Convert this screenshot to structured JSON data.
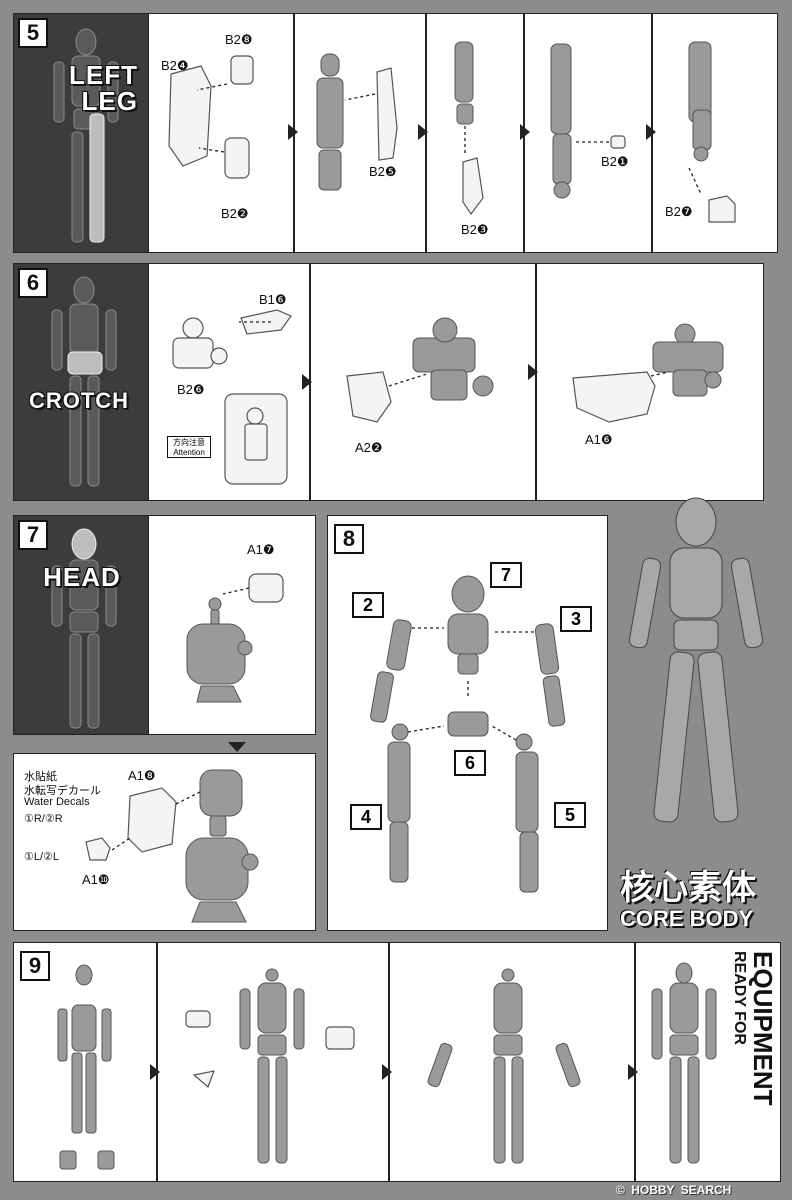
{
  "steps": [
    {
      "number": "5",
      "title_line1": "LEFT",
      "title_line2": "LEG",
      "labels": [
        "B2❽",
        "B2❹",
        "B2❷",
        "B2❺",
        "B2❸",
        "B2❶",
        "B2❼"
      ]
    },
    {
      "number": "6",
      "title": "CROTCH",
      "labels": [
        "B1❻",
        "B2❻",
        "A2❷",
        "A1❻"
      ],
      "attention_cn": "方向注意",
      "attention_en": "Attention"
    },
    {
      "number": "7",
      "title": "HEAD",
      "labels": [
        "A1❼",
        "A1❽",
        "A1❿"
      ],
      "decals_cn": "水貼紙",
      "decals_jp": "水転写デカール",
      "decals_en": "Water Decals",
      "decal_right": "①R/②R",
      "decal_left": "①L/②L"
    },
    {
      "number": "8",
      "sub_labels": [
        "7",
        "2",
        "3",
        "6",
        "4",
        "5"
      ]
    },
    {
      "number": "9",
      "title_line1": "EQUIPMENT",
      "title_line2": "READY FOR"
    }
  ],
  "core_body": {
    "cn": "核心素体",
    "en": "CORE BODY"
  },
  "watermark": {
    "copyright": "©",
    "brand1": "HOBBY",
    "brand2": "SEARCH"
  }
}
